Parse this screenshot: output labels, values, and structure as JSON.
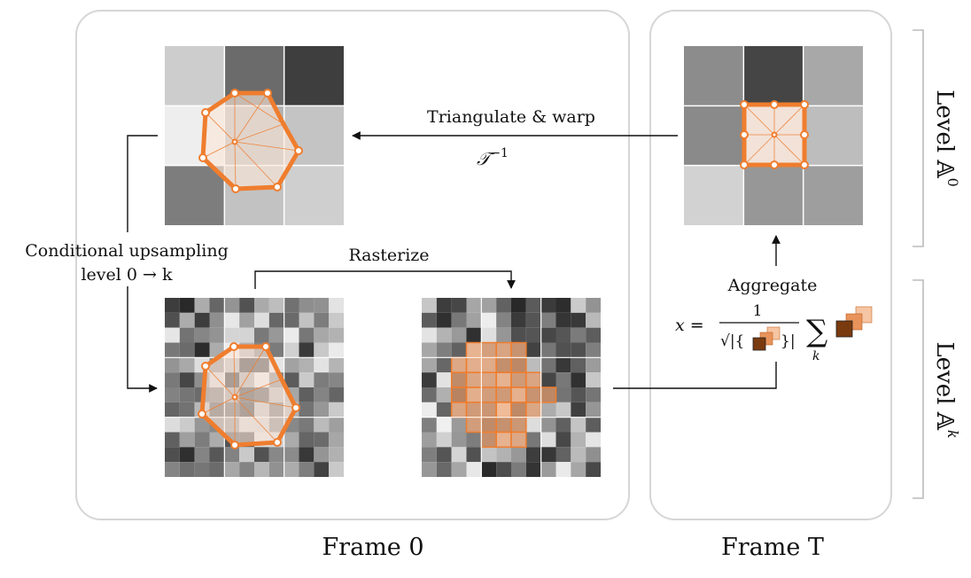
{
  "frames": {
    "frame0_label": "Frame 0",
    "frameT_label": "Frame T"
  },
  "levels": {
    "level0_prefix": "Level ",
    "level0_symbol": "𝔸",
    "level0_sup": "0",
    "levelk_prefix": "Level ",
    "levelk_symbol": "𝔸",
    "levelk_sup": "k"
  },
  "arrows": {
    "triangulate_label": "Triangulate & warp",
    "inverse_symbol": "𝒯",
    "inverse_sup": "−1",
    "rasterize_label": "Rasterize",
    "upsampling_line1": "Conditional upsampling",
    "upsampling_line2": "level  0 → k",
    "aggregate_label": "Aggregate"
  },
  "formula": {
    "lhs": "x =",
    "numerator": "1",
    "sqrt": "√|{",
    "set_close": "}|",
    "sum": "∑",
    "sum_index": "k"
  },
  "colors": {
    "accent": "#ef7d2e",
    "accent_fill": "#f2a877",
    "panel_border": "#d6d6d6",
    "patch_fill": "#fbe6d8"
  },
  "grids": {
    "frame0_coarse": [
      [
        "#cdcdcd",
        "#6b6b6b",
        "#3e3e3e"
      ],
      [
        "#eeeeee",
        "#b3b3b3",
        "#c4c4c4"
      ],
      [
        "#7d7d7d",
        "#c2c2c2",
        "#cfcfcf"
      ]
    ],
    "frameT_coarse": [
      [
        "#8c8c8c",
        "#454545",
        "#a8a8a8"
      ],
      [
        "#8a8a8a",
        "#d6d6d6",
        "#bdbdbd"
      ],
      [
        "#d2d2d2",
        "#979797",
        "#9e9e9e"
      ]
    ]
  },
  "icons": {
    "patch_stack_small": "patch-stack-icon",
    "patch_stack_large": "patch-stack-icon"
  }
}
